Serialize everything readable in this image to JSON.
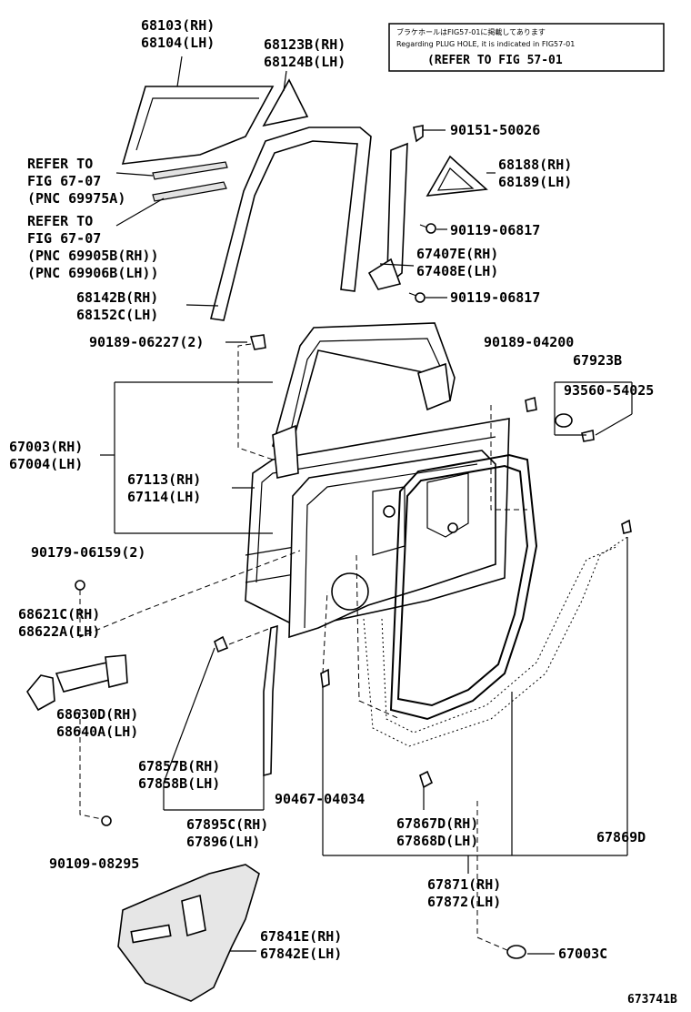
{
  "note": {
    "jp_line": "ブラケホールはFIG57-01に掲載してあります",
    "en_line": "Regarding PLUG HOLE, it is indicated in FIG57-01",
    "refer": "(REFER TO FIG 57-01"
  },
  "labels": {
    "p68103": "68103(RH)",
    "p68104": "68104(LH)",
    "p68123": "68123B(RH)",
    "p68124": "68124B(LH)",
    "ref1_a": "REFER TO",
    "ref1_b": "FIG 67-07",
    "ref1_c": "(PNC 69975A)",
    "ref2_a": "REFER TO",
    "ref2_b": "FIG 67-07",
    "ref2_c": "(PNC 69905B(RH))",
    "ref2_d": "(PNC 69906B(LH))",
    "p90151": "90151-50026",
    "p68188": "68188(RH)",
    "p68189": "68189(LH)",
    "p90119a": "90119-06817",
    "p67407": "67407E(RH)",
    "p67408": "67408E(LH)",
    "p90119b": "90119-06817",
    "p68142": "68142B(RH)",
    "p68152": "68152C(LH)",
    "p90189a": "90189-06227(2)",
    "p90189b": "90189-04200",
    "p67923": "67923B",
    "p93560": "93560-54025",
    "p67003": "67003(RH)",
    "p67004": "67004(LH)",
    "p67113": "67113(RH)",
    "p67114": "67114(LH)",
    "p90179": "90179-06159(2)",
    "p68621": "68621C(RH)",
    "p68622": "68622A(LH)",
    "p68630": "68630D(RH)",
    "p68640": "68640A(LH)",
    "p67857": "67857B(RH)",
    "p67858": "67858B(LH)",
    "p90467": "90467-04034",
    "p67867": "67867D(RH)",
    "p67868": "67868D(LH)",
    "p67869": "67869D",
    "p67895": "67895C(RH)",
    "p67896": "67896(LH)",
    "p90109": "90109-08295",
    "p67871": "67871(RH)",
    "p67872": "67872(LH)",
    "p67841": "67841E(RH)",
    "p67842": "67842E(LH)",
    "p67003c": "67003C",
    "figno": "673741B"
  }
}
